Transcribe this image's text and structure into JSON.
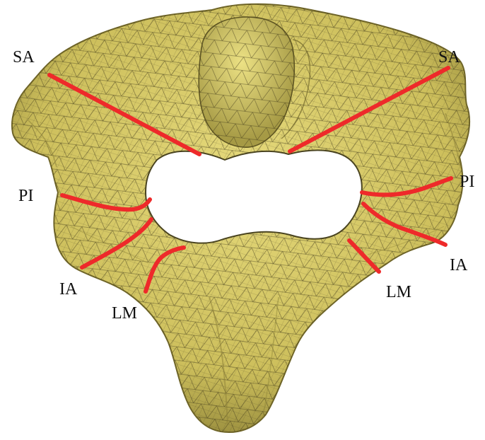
{
  "figure": {
    "labels": {
      "sa_left": "SA",
      "sa_right": "SA",
      "pi_left": "PI",
      "pi_right": "PI",
      "ia_left": "IA",
      "ia_right": "IA",
      "lm_left": "LM",
      "lm_right": "LM"
    },
    "colors": {
      "bone_fill": "#d9cc6a",
      "bone_shadow": "#8f8438",
      "mesh_line": "#3a3418",
      "section_line": "#ee2a2a",
      "label_text": "#111111"
    }
  }
}
